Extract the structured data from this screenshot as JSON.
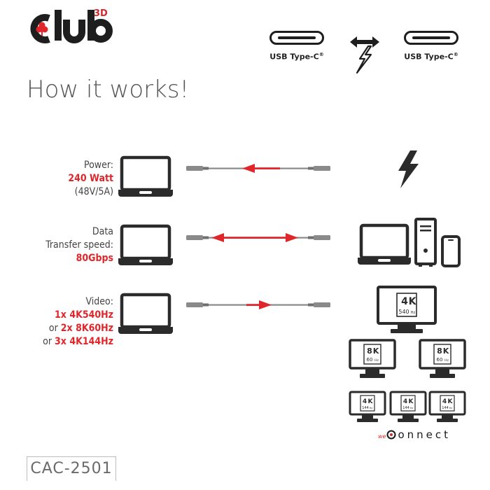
{
  "brand": {
    "logo_text": "club",
    "logo_superscript": "3D"
  },
  "ports": {
    "left_label": "USB Type-C",
    "right_label": "USB Type-C",
    "registered": "®"
  },
  "heading": "How it works!",
  "rows": {
    "power": {
      "line1": "Power:",
      "highlight": "240 Watt",
      "line3": "(48V/5A)"
    },
    "data": {
      "line1": "Data",
      "line2": "Transfer speed:",
      "highlight": "80Gbps"
    },
    "video": {
      "line1": "Video:",
      "opt1_value": "1x 4K540Hz",
      "opt2_prefix": "or ",
      "opt2_value": "2x 8K60Hz",
      "opt3_prefix": "or ",
      "opt3_value": "3x 4K144Hz"
    }
  },
  "monitors": {
    "single": {
      "res": "4",
      "k": "K",
      "hz": "540",
      "unit": "Hz"
    },
    "dual": {
      "res": "8",
      "k": "K",
      "hz": "60",
      "unit": "Hz"
    },
    "triple": {
      "res": "4",
      "k": "K",
      "hz": "144",
      "unit": "Hz"
    }
  },
  "footer": {
    "product_code": "CAC-2501",
    "connect_prefix": "we",
    "connect_word": "onnect"
  },
  "colors": {
    "accent": "#e0262a",
    "dark": "#2b2b2b",
    "cable": "#8a8a8a"
  }
}
